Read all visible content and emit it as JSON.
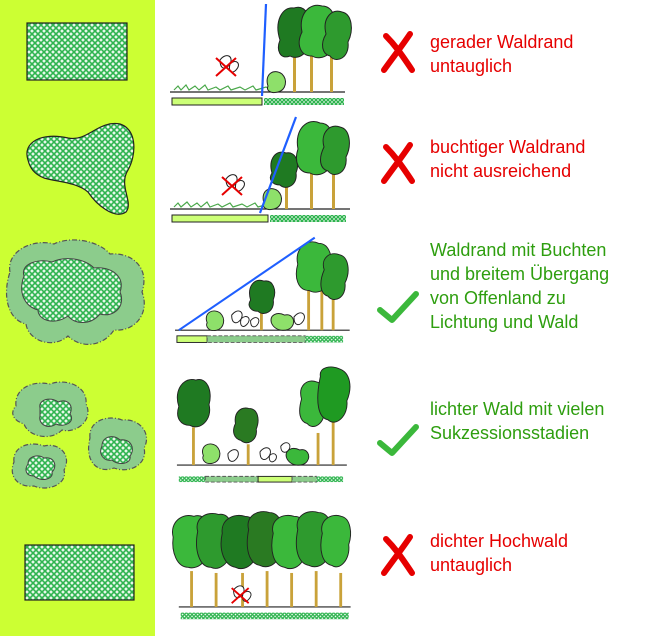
{
  "colors": {
    "left_panel": "#ccff33",
    "hatch_dark": "#2fb44f",
    "hatch_light": "#e8f8ea",
    "transition_zone": "#8ccc8c",
    "tree_dark": "#1f7a22",
    "tree_light": "#3bb83b",
    "trunk": "#c9a23a",
    "boundary_line": "#1f5fff",
    "bad_text": "#e60000",
    "good_text": "#2e9e0f"
  },
  "rows": [
    {
      "caption": "gerader Waldrand\nuntauglich",
      "verdict": "cross",
      "verdict_icon": "red-x-icon"
    },
    {
      "caption": "buchtiger Waldrand\nnicht ausreichend",
      "verdict": "cross",
      "verdict_icon": "red-x-icon"
    },
    {
      "caption": "Waldrand mit Buchten\nund breitem Übergang\nvon Offenland zu\nLichtung und Wald",
      "verdict": "check",
      "verdict_icon": "green-checkmark-icon"
    },
    {
      "caption": "lichter Wald mit vielen\nSukzessionsstadien",
      "verdict": "check",
      "verdict_icon": "green-checkmark-icon"
    },
    {
      "caption": "dichter Hochwald\nuntauglich",
      "verdict": "cross",
      "verdict_icon": "red-x-icon"
    }
  ]
}
